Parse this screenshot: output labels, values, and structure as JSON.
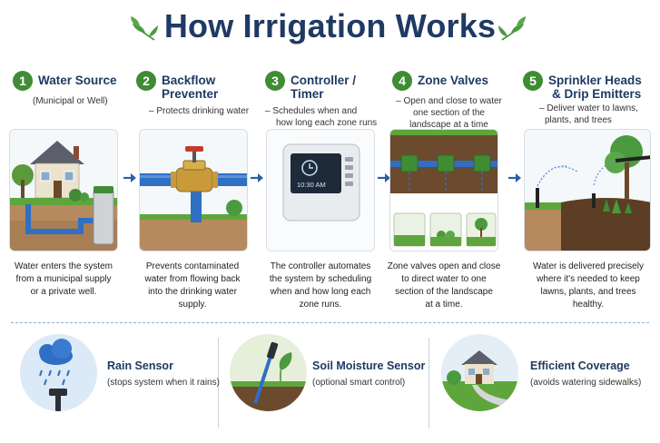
{
  "title": "How Irrigation Works",
  "steps": [
    {
      "number": "1",
      "title": "Water Source",
      "subtitle": "(Municipal or Well)",
      "description": [
        "Water enters the system",
        "from a municipal supply",
        "or a private well."
      ]
    },
    {
      "number": "2",
      "title": "Backflow Preventer",
      "subtitle": "– Protects drinking water",
      "description": [
        "Prevents contaminated",
        "water from flowing back",
        "into the drinking water",
        "supply."
      ]
    },
    {
      "number": "3",
      "title": "Controller / Timer",
      "subtitle_lines": [
        "– Schedules when and",
        "how long each zone runs"
      ],
      "clock_time": "10:30 AM",
      "description": [
        "The controller automates",
        "the system by scheduling",
        "when and how long each",
        "zone runs."
      ]
    },
    {
      "number": "4",
      "title": "Zone Valves",
      "subtitle_lines": [
        "– Open and close to water",
        "one section of the",
        "landscape at a time"
      ],
      "description": [
        "Zone valves open and close",
        "to direct water to one",
        "section of the landscape",
        "at a time."
      ]
    },
    {
      "number": "5",
      "title_lines": [
        "Sprinkler Heads",
        "& Drip Emitters"
      ],
      "subtitle_lines": [
        "– Deliver water to lawns,",
        "plants, and trees"
      ],
      "description": [
        "Water is delivered precisely",
        "where it's needed to keep",
        "lawns, plants, and trees",
        "healthy."
      ]
    }
  ],
  "features": [
    {
      "title": "Rain Sensor",
      "subtitle": "(stops system when it rains)",
      "icon": "rain-sensor-icon"
    },
    {
      "title": "Soil Moisture Sensor",
      "subtitle": "(optional smart control)",
      "icon": "soil-sensor-icon"
    },
    {
      "title": "Efficient Coverage",
      "subtitle": "(avoids watering sidewalks)",
      "icon": "house-lawn-icon"
    }
  ],
  "colors": {
    "title": "#1f3a64",
    "step_badge": "#3f8c35",
    "arrow": "#2a5fa8",
    "pipe": "#2f6fc4",
    "grass": "#5ea63b"
  }
}
